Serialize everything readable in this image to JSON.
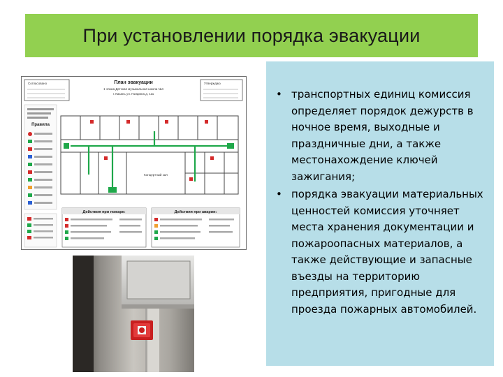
{
  "title": "При установлении порядка эвакуации",
  "bullets": [
    "транспортных единиц комиссия определяет порядок дежурств в ночное время, выходные и праздничные дни, а также местонахождение ключей зажигания;",
    "порядка эвакуации материальных ценностей комиссия уточняет места хранения документации и пожароопасных материалов, а также действующие и запасные въезды на территорию предприятия, пригодные для проезда пожарных автомобилей."
  ],
  "plan": {
    "title": "План эвакуации",
    "subtitle_lines": [
      "1 этажа Детская музыкальная школа №4",
      "г. Казань ул. Гагарина д. 111"
    ],
    "approve_left": "Согласовано",
    "approve_right": "Утверждаю",
    "legend_header": "Правила",
    "action_fire": "Действия при пожаре:",
    "action_accident": "Действия при аварии:",
    "hall_label": "Концертный зал"
  },
  "colors": {
    "title_bar": "#92d050",
    "text_panel": "#b7dee8",
    "evac_green": "#1fa84a",
    "alarm_red": "#d42a2a"
  }
}
